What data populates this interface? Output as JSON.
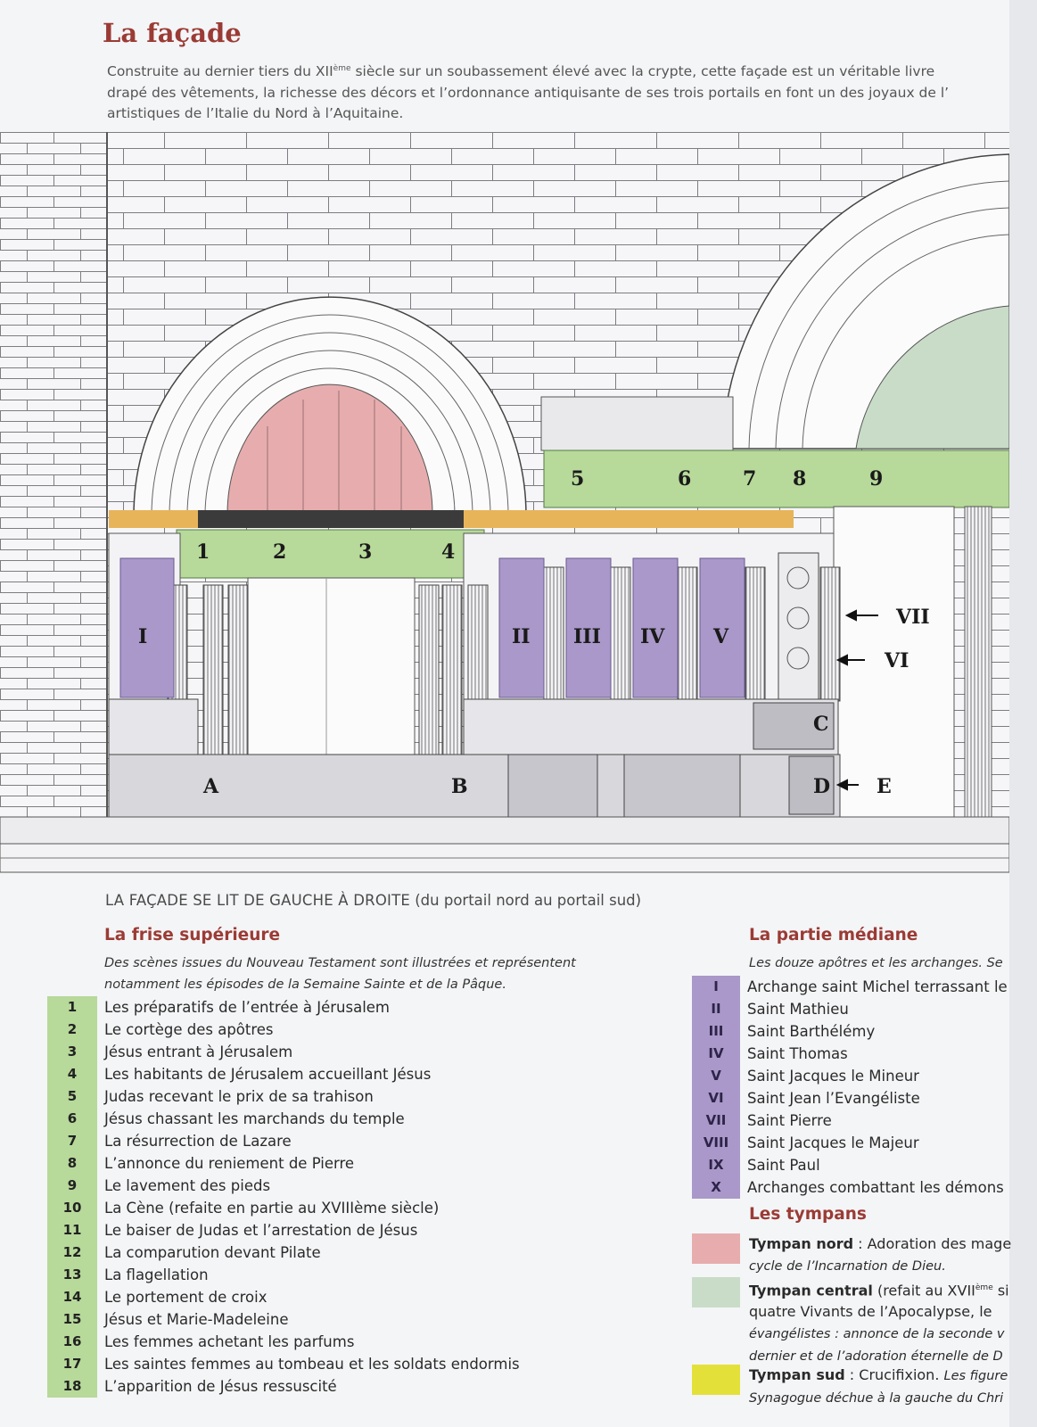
{
  "title": "La façade",
  "intro": {
    "line1_a": "Construite au dernier tiers du XII",
    "line1_sup": "ème",
    "line1_b": " siècle sur un soubassement élevé avec la crypte, cette façade est un véritable livre",
    "line2": "drapé des vêtements, la richesse des décors et l’ordonnance antiquisante de ses trois portails en font un des joyaux de l’",
    "line3": "artistiques de l’Italie du Nord à l’Aquitaine."
  },
  "drawing_labels": {
    "frieze": [
      "1",
      "2",
      "3",
      "4",
      "5",
      "6",
      "7",
      "8",
      "9"
    ],
    "statues": [
      "I",
      "II",
      "III",
      "IV",
      "V"
    ],
    "arrows": [
      "VII",
      "VI",
      "E"
    ],
    "bases": [
      "A",
      "B",
      "C",
      "D"
    ]
  },
  "caption": {
    "caps": "LA FAÇADE SE LIT DE GAUCHE À DROITE",
    "rest": " (du portail nord au portail sud)"
  },
  "frieze_section": {
    "heading": "La frise supérieure",
    "intro_line1": "Des scènes issues du Nouveau Testament sont illustrées et représentent",
    "intro_line2": "notamment les épisodes de la Semaine Sainte et de la Pâque.",
    "items": [
      {
        "num": "1",
        "text": "Les préparatifs de l’entrée à Jérusalem"
      },
      {
        "num": "2",
        "text": "Le cortège des apôtres"
      },
      {
        "num": "3",
        "text": "Jésus entrant à Jérusalem"
      },
      {
        "num": "4",
        "text": "Les habitants de Jérusalem accueillant Jésus"
      },
      {
        "num": "5",
        "text": "Judas recevant le prix de sa trahison"
      },
      {
        "num": "6",
        "text": "Jésus chassant les marchands du temple"
      },
      {
        "num": "7",
        "text": "La résurrection de Lazare"
      },
      {
        "num": "8",
        "text": "L’annonce du reniement de Pierre"
      },
      {
        "num": "9",
        "text": "Le lavement des pieds"
      },
      {
        "num": "10",
        "text": "La Cène (refaite en partie au XVIIIème siècle)"
      },
      {
        "num": "11",
        "text": "Le baiser de Judas et l’arrestation de Jésus"
      },
      {
        "num": "12",
        "text": "La comparution devant Pilate"
      },
      {
        "num": "13",
        "text": "La flagellation"
      },
      {
        "num": "14",
        "text": "Le portement de croix"
      },
      {
        "num": "15",
        "text": "Jésus et Marie-Madeleine"
      },
      {
        "num": "16",
        "text": "Les femmes achetant les parfums"
      },
      {
        "num": "17",
        "text": "Les saintes femmes au tombeau et les soldats endormis"
      },
      {
        "num": "18",
        "text": "L’apparition de Jésus ressuscité"
      }
    ]
  },
  "median_section": {
    "heading": "La partie médiane",
    "intro": "Les douze apôtres et les archanges. Se",
    "items": [
      {
        "num": "I",
        "text": "Archange saint Michel terrassant le"
      },
      {
        "num": "II",
        "text": "Saint Mathieu"
      },
      {
        "num": "III",
        "text": "Saint Barthélémy"
      },
      {
        "num": "IV",
        "text": "Saint Thomas"
      },
      {
        "num": "V",
        "text": "Saint Jacques le Mineur"
      },
      {
        "num": "VI",
        "text": "Saint Jean l’Evangéliste"
      },
      {
        "num": "VII",
        "text": "Saint Pierre"
      },
      {
        "num": "VIII",
        "text": "Saint Jacques le Majeur"
      },
      {
        "num": "IX",
        "text": "Saint Paul"
      },
      {
        "num": "X",
        "text": "Archanges combattant les démons"
      }
    ]
  },
  "tympans_section": {
    "heading": "Les tympans",
    "nord": {
      "label": "Tympan nord",
      "text": " : Adoration des mage",
      "line2": "cycle de l’Incarnation de Dieu.",
      "color": "#e7adae"
    },
    "central": {
      "label": "Tympan central",
      "text": " (refait au XVII",
      "sup": "ème",
      "text_b": " si",
      "line2": "quatre Vivants de l’Apocalypse, le",
      "line3": "évangélistes : annonce de la seconde v",
      "line4": "dernier et de l’adoration éternelle de D",
      "color": "#c9dcc8"
    },
    "sud": {
      "label": "Tympan sud",
      "text": " : Crucifixion. ",
      "text_i": "Les figure",
      "line2": "Synagogue déchue à la gauche du Chri",
      "color": "#e3e03a"
    }
  },
  "colors": {
    "title": "#9b3b35",
    "frieze_green": "#b7d99a",
    "median_purple": "#a998c9",
    "lintel_orange": "#e8b45a"
  }
}
